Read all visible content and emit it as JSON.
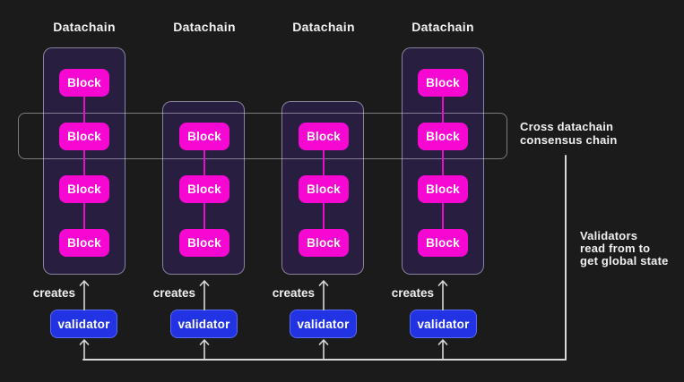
{
  "diagram": {
    "columns": [
      {
        "label": "Datachain",
        "blocks": [
          "Block",
          "Block",
          "Block",
          "Block"
        ],
        "creates": "creates",
        "validator": "validator"
      },
      {
        "label": "Datachain",
        "blocks": [
          "Block",
          "Block",
          "Block"
        ],
        "creates": "creates",
        "validator": "validator"
      },
      {
        "label": "Datachain",
        "blocks": [
          "Block",
          "Block",
          "Block"
        ],
        "creates": "creates",
        "validator": "validator"
      },
      {
        "label": "Datachain",
        "blocks": [
          "Block",
          "Block",
          "Block",
          "Block"
        ],
        "creates": "creates",
        "validator": "validator"
      }
    ],
    "annotations": {
      "cross_chain_lines": [
        "Cross datachain",
        "consensus chain"
      ],
      "validators_note_lines": [
        "Validators",
        "read from to",
        "get global state"
      ]
    },
    "colors": {
      "background": "#1B1B1C",
      "block": "#F607D2",
      "block_link": "#EA0DCC",
      "validator": "#2133E3",
      "container_fill": "#271E40",
      "line": "#D8D8D8",
      "text": "#F0F0F0"
    }
  }
}
